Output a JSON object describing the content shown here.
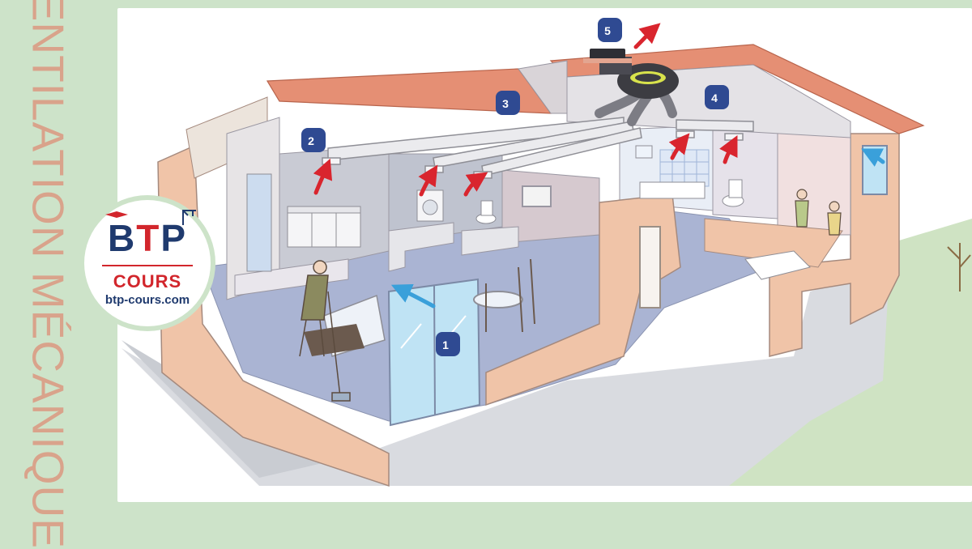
{
  "title": "VENTILATION MÉCANIQUE",
  "logo": {
    "letter_b": "B",
    "letter_t": "T",
    "letter_p": "P",
    "brand": "COURS",
    "website": "btp-cours.com"
  },
  "badges": [
    {
      "number": "1",
      "target": "entrée d'air"
    },
    {
      "number": "2",
      "target": "bouche extraction"
    },
    {
      "number": "3",
      "target": "conduits"
    },
    {
      "number": "4",
      "target": "bouche sanitaire"
    },
    {
      "number": "5",
      "target": "sortie toiture"
    }
  ],
  "colors": {
    "background": "#cde3c9",
    "title": "#d9a38b",
    "badge": "#2f4a92",
    "arrow_exhaust": "#d9252e",
    "arrow_intake": "#3aa0da",
    "roof": "#e58f74",
    "walls": "#f0c4a8",
    "floor": "#a9b4d3",
    "duct": "#e8e8ea"
  },
  "icons": [
    "red-exhaust-arrow",
    "blue-intake-arrow",
    "graduation-cap-icon",
    "crane-icon"
  ]
}
